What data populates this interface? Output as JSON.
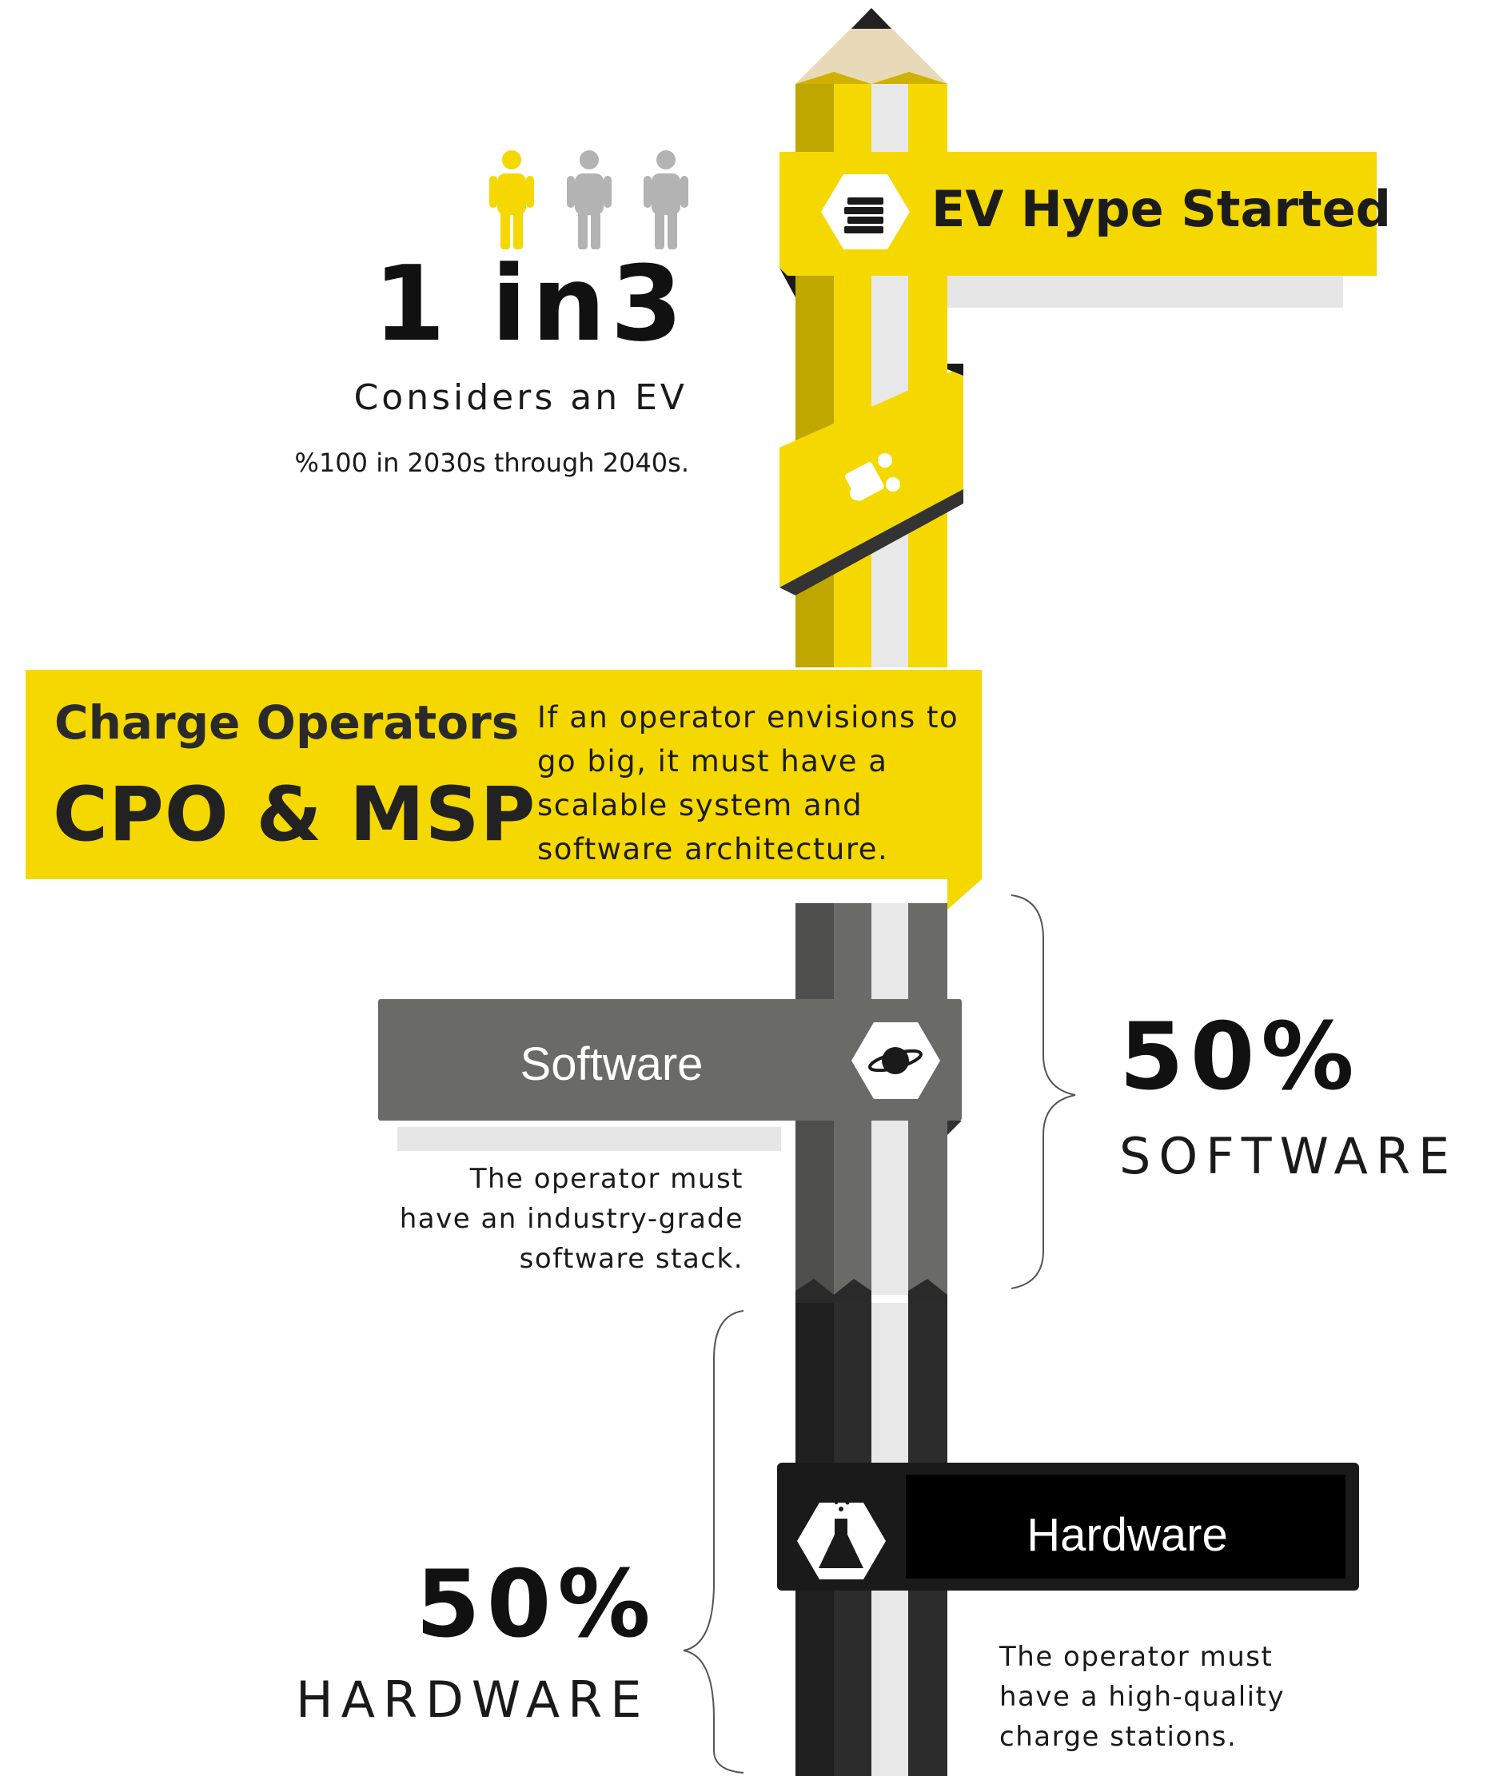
{
  "colors": {
    "accent_yellow": "#f5d800",
    "yellow_dark": "#bfa700",
    "gray_mid": "#6a6a66",
    "gray_dark": "#4a4a4a",
    "black": "#1a1a1a"
  },
  "top_banner": {
    "icon": "books-icon",
    "title": "EV Hype Started"
  },
  "people_stat": {
    "icons": [
      "person-icon-highlighted",
      "person-icon",
      "person-icon"
    ],
    "ratio": "1  in3",
    "caption": "Considers an EV",
    "forecast": "%100 in 2030s through 2040s."
  },
  "ribbon": {
    "icon": "puzzle-icon"
  },
  "charge_operators": {
    "title": "Charge Operators",
    "subtitle": "CPO & MSP",
    "description": "If an operator envisions to go big, it must have a scalable system and software architecture."
  },
  "software": {
    "icon": "planet-icon",
    "label": "Software",
    "description_lines": [
      "The operator must",
      "have an industry-grade",
      "software stack."
    ],
    "percent": "50%",
    "word": "SOFTWARE"
  },
  "hardware": {
    "icon": "flask-icon",
    "label": "Hardware",
    "description_lines": [
      "The operator must",
      "have a high-quality",
      "charge stations."
    ],
    "percent": "50%",
    "word": "HARDWARE"
  }
}
